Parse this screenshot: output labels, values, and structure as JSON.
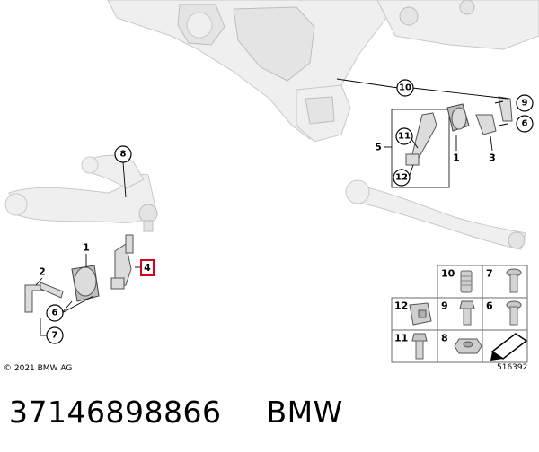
{
  "copyright": "© 2021 BMW AG",
  "diagram_id": "516392",
  "part_number": "37146898866",
  "brand": "BMW",
  "callouts": {
    "c1_left": "1",
    "c2_left": "2",
    "c4_left": "4",
    "c6_left": "6",
    "c7_left": "7",
    "c8": "8",
    "c10": "10",
    "c9_right": "9",
    "c6_right": "6",
    "c5": "5",
    "c11": "11",
    "c12": "12",
    "c1_right": "1",
    "c3": "3"
  },
  "legend": {
    "n10": "10",
    "n7": "7",
    "n12": "12",
    "n9": "9",
    "n6": "6",
    "n11": "11",
    "n8": "8"
  },
  "colors": {
    "highlight": "#d8001c"
  }
}
